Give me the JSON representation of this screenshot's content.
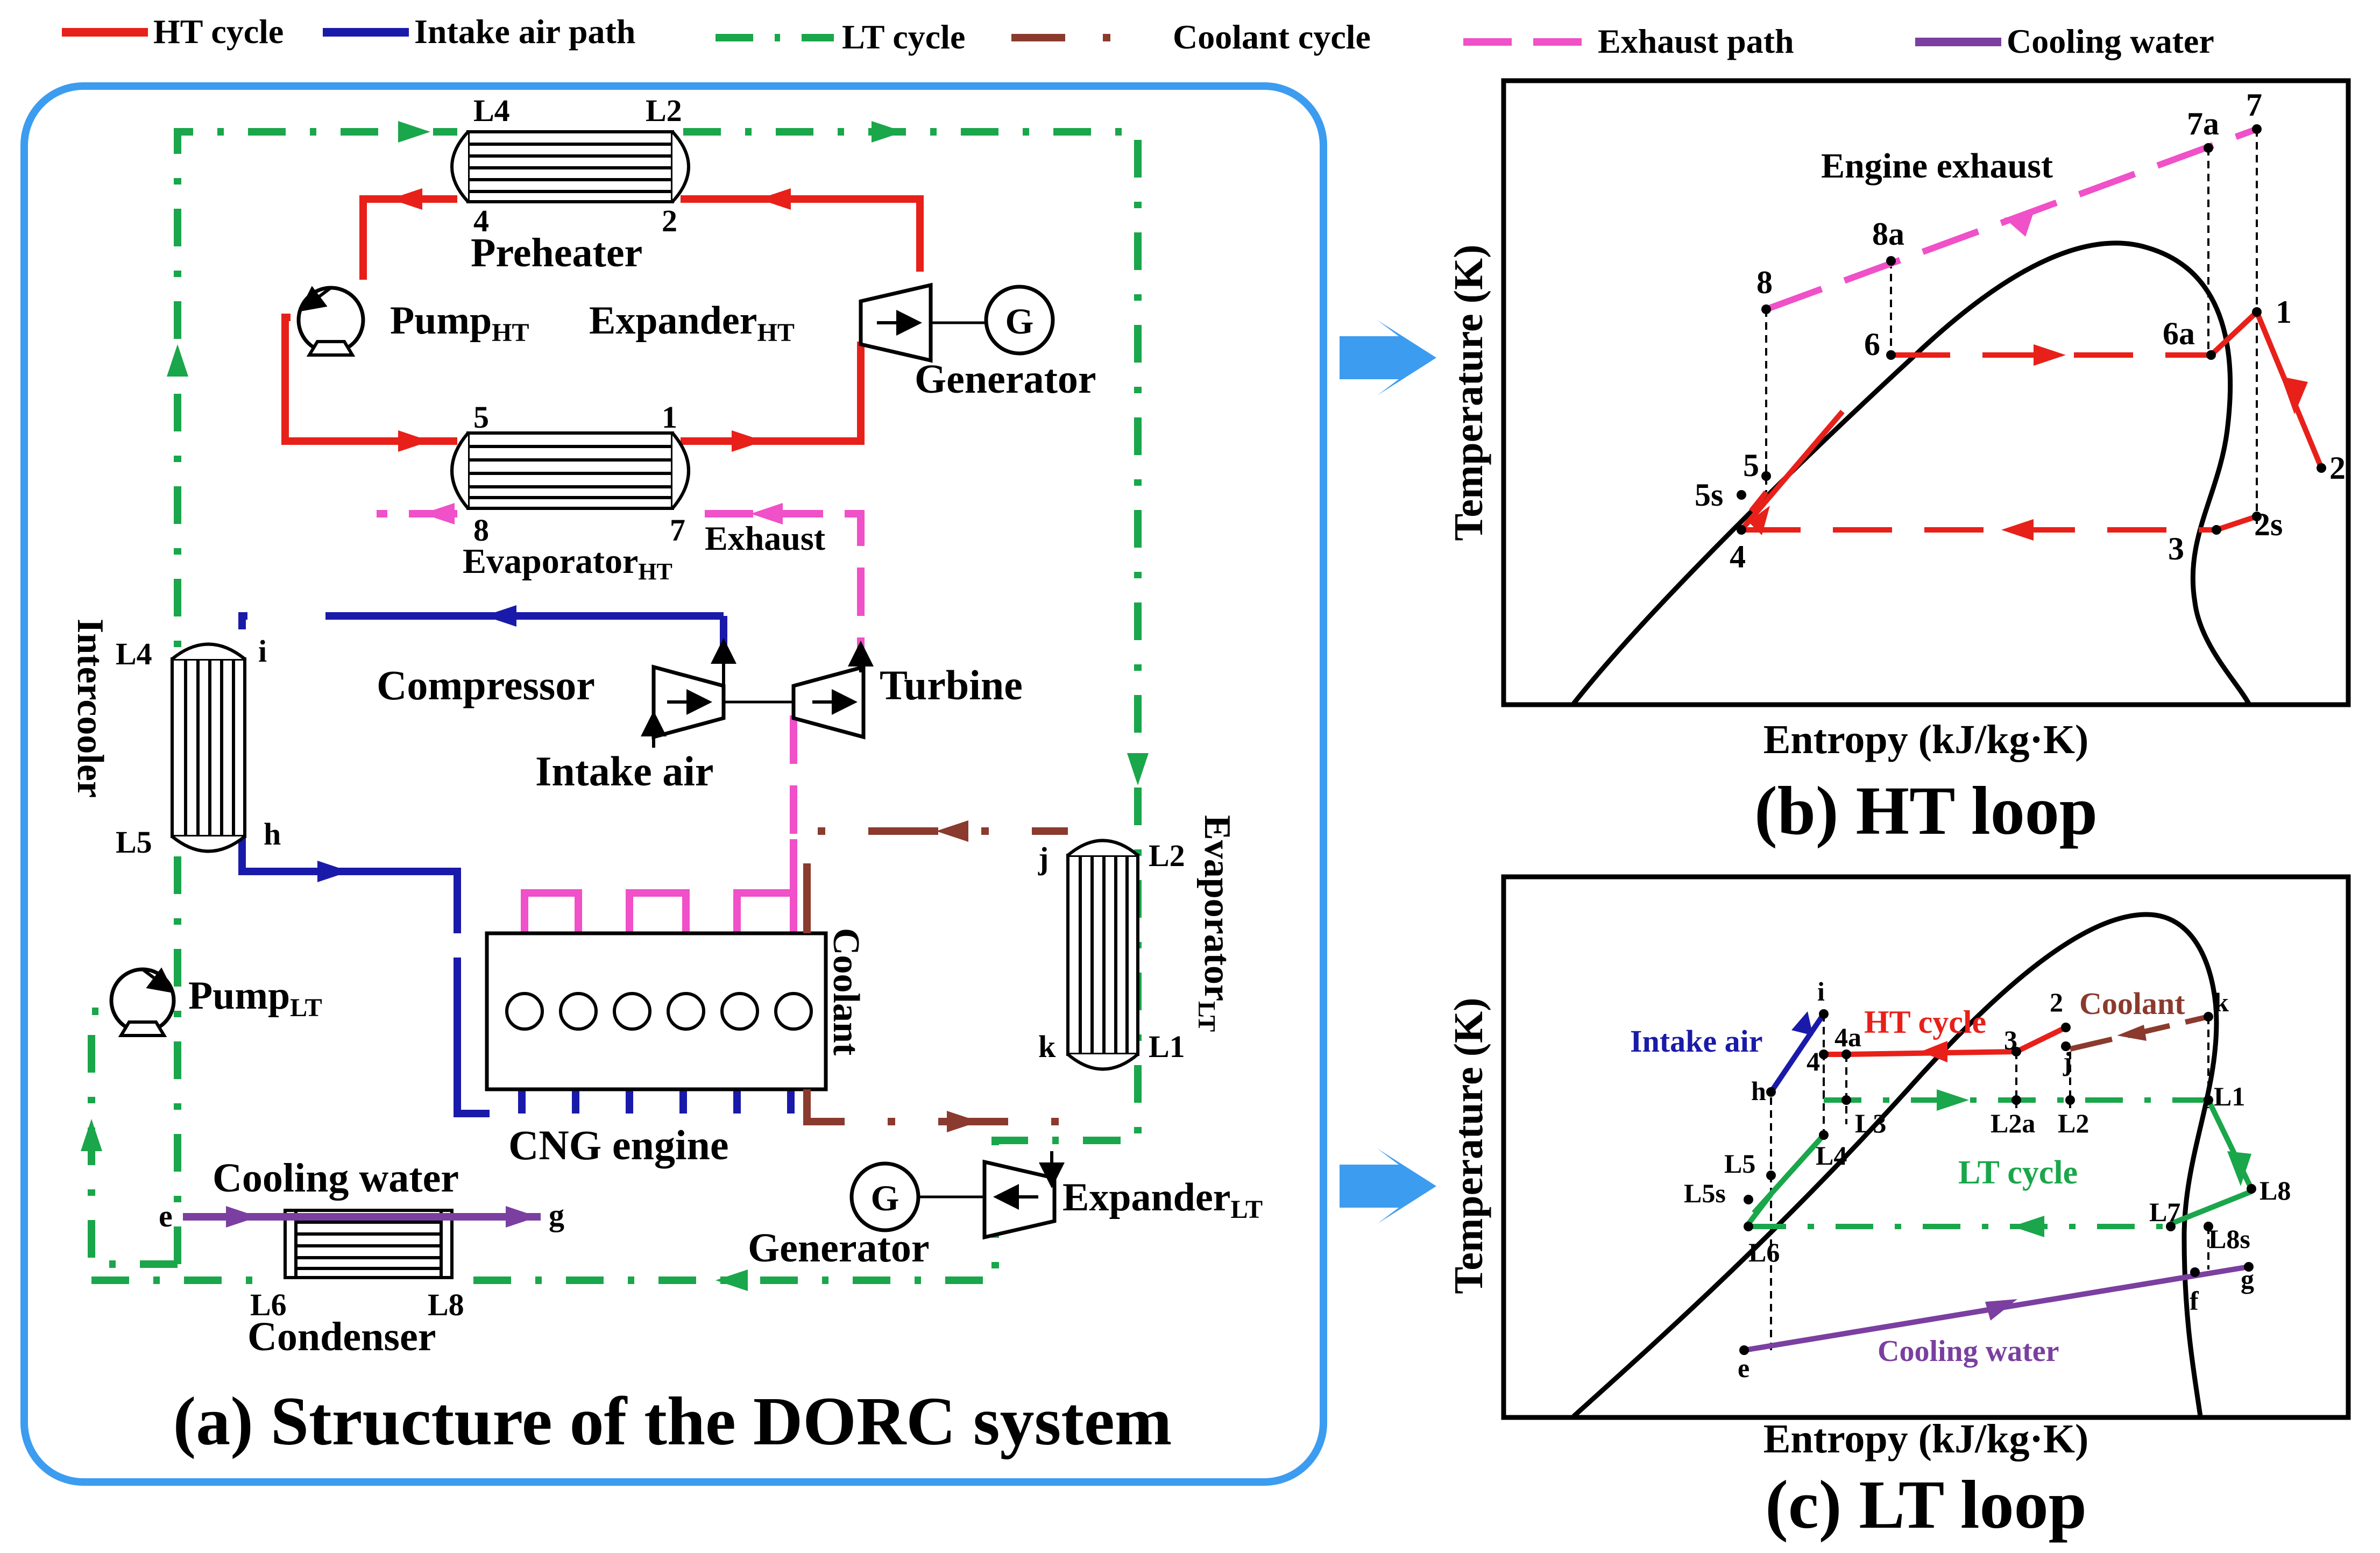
{
  "legend": {
    "ht_cycle": "HT cycle",
    "intake_air_path": "Intake air path",
    "lt_cycle": "LT cycle",
    "coolant_cycle": "Coolant cycle",
    "exhaust_path": "Exhaust path",
    "cooling_water": "Cooling water"
  },
  "colors": {
    "ht": "#e8201a",
    "intake": "#1a1aaa",
    "lt": "#1aa64a",
    "coolant": "#8b3a2e",
    "exhaust": "#f050c8",
    "cooling": "#7a3fa0",
    "frame": "#3c9cf0",
    "arrow": "#3c9cf0"
  },
  "panel_a": {
    "title": "(a) Structure of the DORC system",
    "preheater": {
      "label": "Preheater",
      "l4": "L4",
      "l2": "L2",
      "p4": "4",
      "p2": "2"
    },
    "pump_ht": {
      "label": "Pump",
      "sub": "HT"
    },
    "expander_ht": {
      "label": "Expander",
      "sub": "HT"
    },
    "generator_top": {
      "symbol": "G",
      "label": "Generator"
    },
    "evaporator_ht": {
      "label": "Evaporator",
      "sub": "HT",
      "p5": "5",
      "p1": "1",
      "p8": "8",
      "p7": "7"
    },
    "exhaust": "Exhaust",
    "intercooler": {
      "label": "Intercooler",
      "l4": "L4",
      "i": "i",
      "l5": "L5",
      "h": "h"
    },
    "compressor": "Compressor",
    "turbine": "Turbine",
    "intake_air": "Intake air",
    "coolant": "Coolant",
    "cng_engine": "CNG engine",
    "evaporator_lt": {
      "label": "Evaporator",
      "sub": "LT",
      "j": "j",
      "l2": "L2",
      "k": "k",
      "l1": "L1"
    },
    "pump_lt": {
      "label": "Pump",
      "sub": "LT"
    },
    "cooling_water": "Cooling water",
    "cw_e": "e",
    "cw_g": "g",
    "condenser": {
      "label": "Condenser",
      "l6": "L6",
      "l8": "L8"
    },
    "generator_bottom": {
      "symbol": "G",
      "label": "Generator"
    },
    "expander_lt": {
      "label": "Expander",
      "sub": "LT"
    }
  },
  "panel_b": {
    "title": "(b) HT loop",
    "xlabel": "Entropy (kJ/kg·K)",
    "ylabel": "Temperature (K)",
    "engine_exhaust": "Engine exhaust",
    "points": {
      "p7a": "7a",
      "p7": "7",
      "p8a": "8a",
      "p8": "8",
      "p6": "6",
      "p6a": "6a",
      "p1": "1",
      "p2": "2",
      "p5": "5",
      "p5s": "5s",
      "p4": "4",
      "p3": "3",
      "p2s": "2s"
    }
  },
  "panel_c": {
    "title": "(c) LT loop",
    "xlabel": "Entropy (kJ/kg·K)",
    "ylabel": "Temperature (K)",
    "intake_air": "Intake air",
    "ht_cycle": "HT cycle",
    "coolant": "Coolant",
    "lt_cycle": "LT cycle",
    "cooling_water": "Cooling water",
    "points": {
      "i": "i",
      "h": "h",
      "p4": "4",
      "p4a": "4a",
      "p3": "3",
      "p2": "2",
      "j": "j",
      "k": "k",
      "l1": "L1",
      "l2": "L2",
      "l2a": "L2a",
      "l3": "L3",
      "l4": "L4",
      "l5": "L5",
      "l5s": "L5s",
      "l6": "L6",
      "l7": "L7",
      "l8": "L8",
      "l8s": "L8s",
      "f": "f",
      "g": "g",
      "e": "e"
    }
  }
}
